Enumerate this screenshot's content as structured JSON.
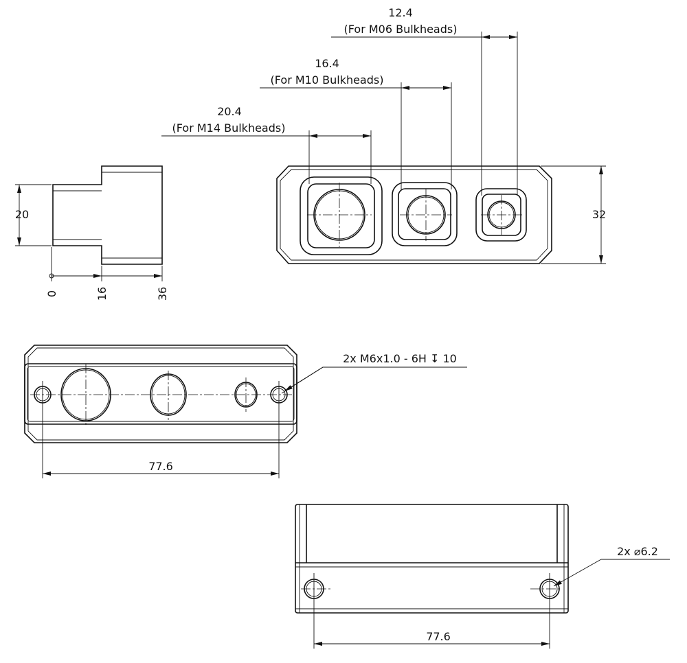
{
  "title": "Bulkhead mounting block drawing",
  "side_view": {
    "height_dim": "20",
    "ordinates": [
      "0",
      "16",
      "36"
    ]
  },
  "front_view": {
    "height_dim": "32",
    "pockets": [
      {
        "dim": "20.4",
        "note": "(For M14 Bulkheads)"
      },
      {
        "dim": "16.4",
        "note": "(For M10 Bulkheads)"
      },
      {
        "dim": "12.4",
        "note": "(For M06 Bulkheads)"
      }
    ]
  },
  "bottom_view": {
    "spacing_dim": "77.6",
    "callout": "2x M6x1.0 - 6H ↧ 10"
  },
  "rear_view": {
    "spacing_dim": "77.6",
    "callout": "2x ⌀6.2"
  },
  "colors": {
    "line": "#111111",
    "background": "#ffffff"
  }
}
